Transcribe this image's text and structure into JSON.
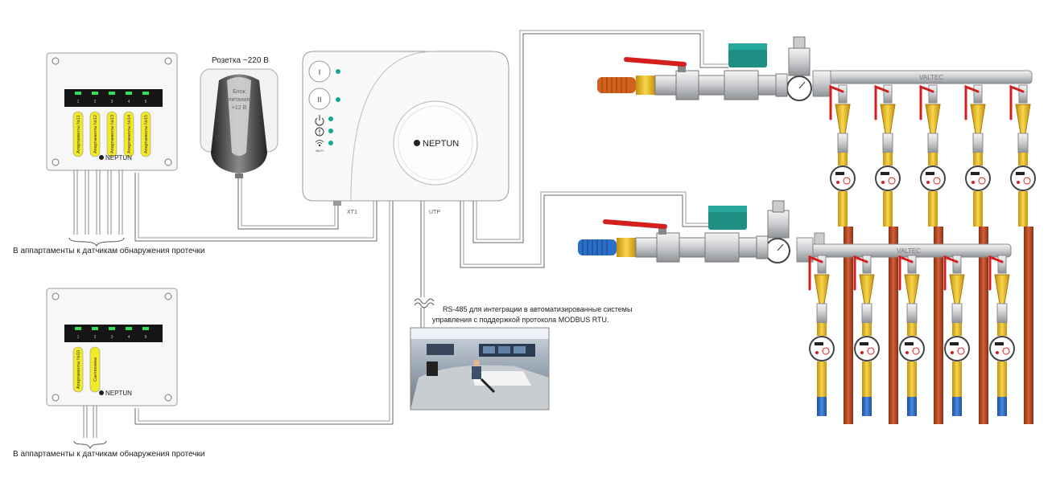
{
  "labels": {
    "socket": "Розетка ~220 В",
    "psu_line1": "Блок",
    "psu_line2": "питания",
    "psu_line3": "+12 В",
    "xt1": "XT1",
    "utp": "UTP",
    "apartments_top": "В аппартаменты к датчикам обнаружения протечки",
    "apartments_bottom": "В аппартаменты к датчикам обнаружения протечки",
    "rs485_line1": "RS-485 для интеграции в автоматизированные системы",
    "rs485_line2": "управления с поддержкой протокола MODBUS RTU.",
    "brand": "NEPTUN",
    "manifold_brand": "VALTEC",
    "btn_1": "I",
    "btn_2": "II",
    "wifi": "Wi-Fi"
  },
  "module_top": {
    "channels": [
      "1",
      "2",
      "3",
      "4",
      "5"
    ],
    "tags": [
      "Апартаменты №11",
      "Апартаменты №12",
      "Апартаменты №13",
      "Апартаменты №14",
      "Апартаменты №15"
    ]
  },
  "module_bottom": {
    "channels": [
      "1",
      "2",
      "3",
      "4",
      "5"
    ],
    "tags": [
      "Апартаменты №10",
      "Сантехника"
    ]
  },
  "colors": {
    "led": "#34e05a",
    "tag": "#f2ea28",
    "accent_teal": "#16a596",
    "valve_green": "#1f8f84",
    "handle_red": "#d51f1f",
    "hot_hose": "#d2611b",
    "cold_hose": "#2b6fc8",
    "brass": "#e9b825",
    "copper_pipe": "#b2431d",
    "manifold": "#d7d9db"
  },
  "icons": [
    "power-icon",
    "alert-icon",
    "wifi-icon",
    "neptun-logo-icon",
    "gauge-icon",
    "water-meter-icon",
    "curly-brace-icon"
  ]
}
